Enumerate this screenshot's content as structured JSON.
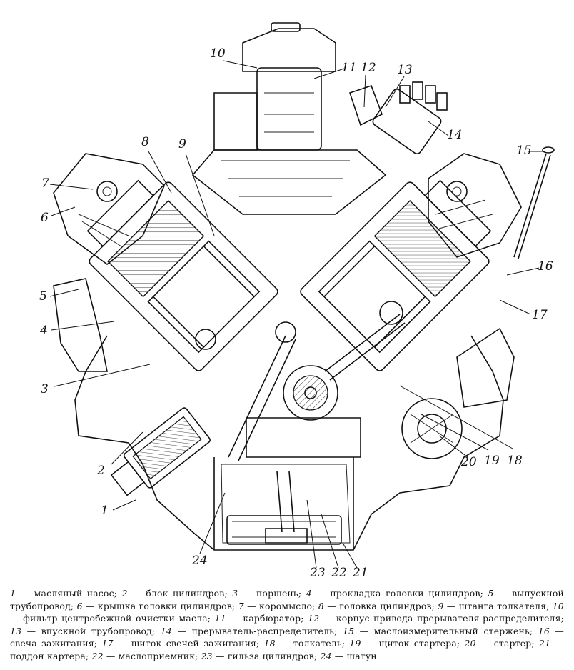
{
  "figure": {
    "callouts": [
      "1",
      "2",
      "3",
      "4",
      "5",
      "6",
      "7",
      "8",
      "9",
      "10",
      "11",
      "12",
      "13",
      "14",
      "15",
      "16",
      "17",
      "18",
      "19",
      "20",
      "21",
      "22",
      "23",
      "24"
    ]
  },
  "legend": [
    {
      "num": "1",
      "text": "масляный насос;"
    },
    {
      "num": "2",
      "text": "блок цилиндров;"
    },
    {
      "num": "3",
      "text": "поршень;"
    },
    {
      "num": "4",
      "text": "прокладка головки цилиндров;"
    },
    {
      "num": "5",
      "text": "выпускной трубопровод;"
    },
    {
      "num": "6",
      "text": "крышка головки цилиндров;"
    },
    {
      "num": "7",
      "text": "коромысло;"
    },
    {
      "num": "8",
      "text": "головка цилиндров;"
    },
    {
      "num": "9",
      "text": "штанга толкателя;"
    },
    {
      "num": "10",
      "text": "фильтр центробежной очистки масла;"
    },
    {
      "num": "11",
      "text": "карбюратор;"
    },
    {
      "num": "12",
      "text": "корпус привода прерывателя-распределителя;"
    },
    {
      "num": "13",
      "text": "впускной трубопровод;"
    },
    {
      "num": "14",
      "text": "прерыватель-распределитель;"
    },
    {
      "num": "15",
      "text": "маслоизмерительный стержень;"
    },
    {
      "num": "16",
      "text": "свеча зажигания;"
    },
    {
      "num": "17",
      "text": "щиток свечей зажигания;"
    },
    {
      "num": "18",
      "text": "толкатель;"
    },
    {
      "num": "19",
      "text": "щиток стартера;"
    },
    {
      "num": "20",
      "text": "стартер;"
    },
    {
      "num": "21",
      "text": "поддон картера;"
    },
    {
      "num": "22",
      "text": "маслоприемник;"
    },
    {
      "num": "23",
      "text": "гильза цилиндров;"
    },
    {
      "num": "24",
      "text": "шатун"
    }
  ]
}
